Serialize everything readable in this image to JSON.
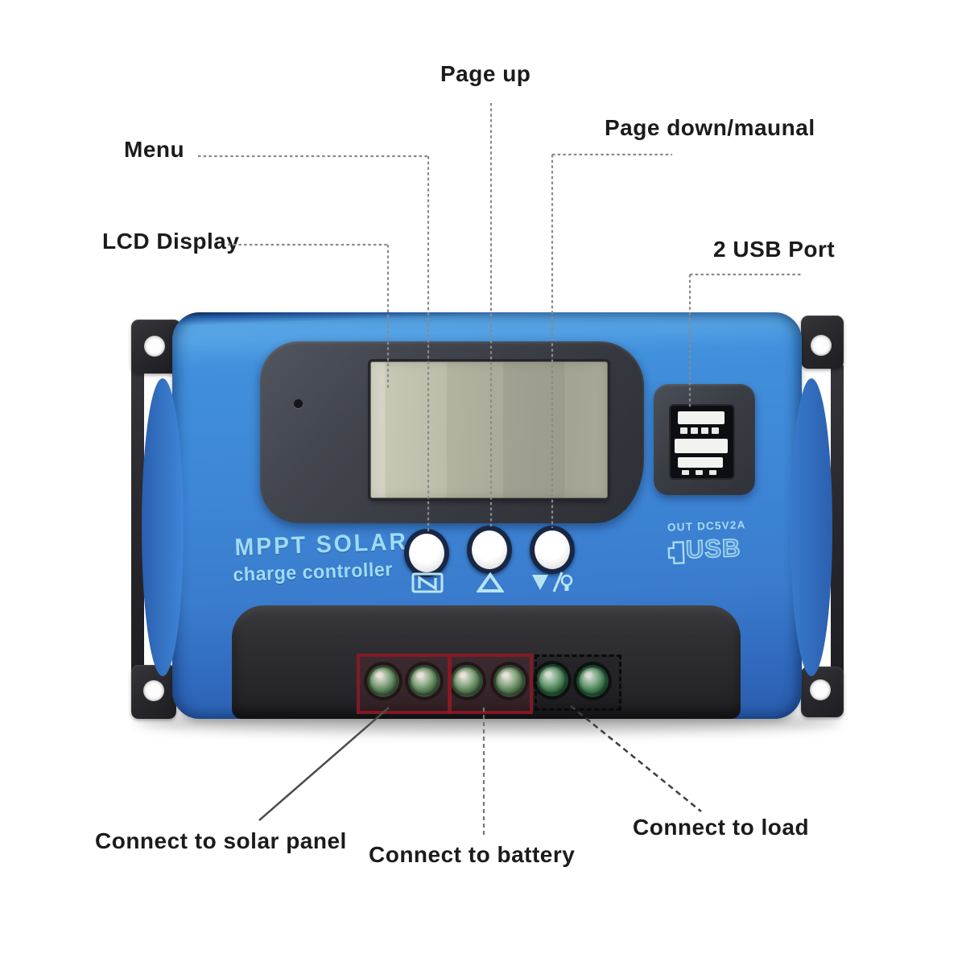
{
  "title": "MPPT Solar charge controller annotated diagram",
  "annotations": {
    "page_up": "Page up",
    "page_down": "Page down/maunal",
    "menu": "Menu",
    "lcd": "LCD Display",
    "usb_port": "2 USB Port",
    "solar": "Connect to solar panel",
    "battery": "Connect to battery",
    "load": "Connect to load"
  },
  "device": {
    "brand_line1": "MPPT SOLAR",
    "brand_line2": "charge controller",
    "usb_out_label": "OUT DC5V2A",
    "usb_logo_text": "USB",
    "buttons": [
      {
        "label": "menu",
        "icon": "menu-box-icon"
      },
      {
        "label": "page up",
        "icon": "up-arrow-icon"
      },
      {
        "label": "page down / manual",
        "icon": "down-arrow-manual-icon"
      }
    ],
    "terminal_groups": [
      {
        "name": "solar panel input",
        "marker": "red-box",
        "screws": 2
      },
      {
        "name": "battery",
        "marker": "red-box",
        "screws": 2
      },
      {
        "name": "load output",
        "marker": "dashed-box",
        "screws": 2
      }
    ],
    "usb_ports": 2,
    "mounting_holes": 4
  },
  "colors": {
    "body_blue": "#3C82D4",
    "body_blue_light": "#58A6E6",
    "panel_dark": "#3A3D44",
    "lcd_screen": "#BDBCAC",
    "bracket_black": "#2B2B2E",
    "print_cyan": "#9EDCF6",
    "terminal_green": "#4F8F5F",
    "marker_red": "#8B1A24",
    "label_black": "#1B1B1B",
    "leader_gray": "#8A8A8A"
  }
}
